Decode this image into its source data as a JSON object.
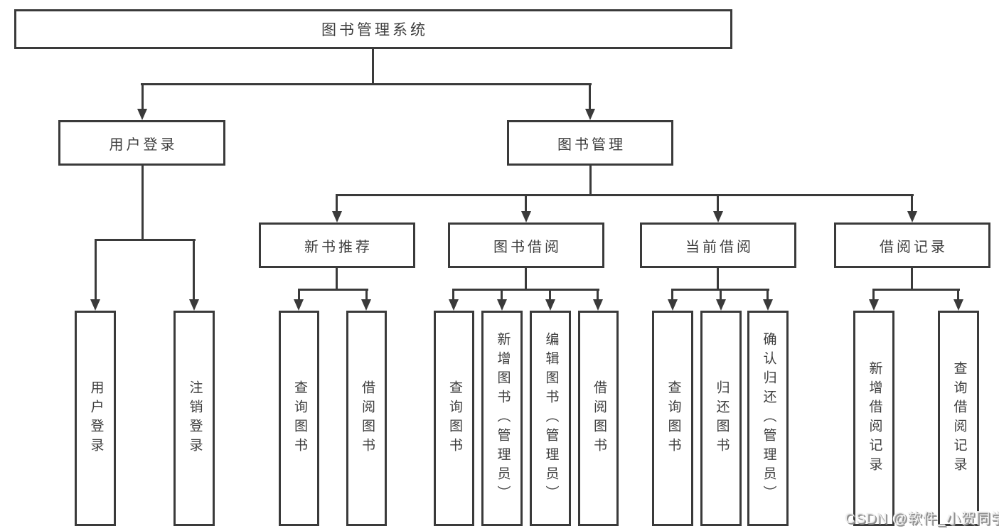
{
  "nodes": {
    "root": "图书管理系统",
    "user_login": "用户登录",
    "book_management": "图书管理",
    "new_book_recommend": "新书推荐",
    "book_borrow": "图书借阅",
    "current_borrow": "当前借阅",
    "borrow_records": "借阅记录"
  },
  "leaves": {
    "user_login": [
      "用户登录",
      "注销登录"
    ],
    "new_book_recommend": [
      "查询图书",
      "借阅图书"
    ],
    "book_borrow": [
      "查询图书",
      "新增图书（管理员）",
      "编辑图书（管理员）",
      "借阅图书"
    ],
    "current_borrow": [
      "查询图书",
      "归还图书",
      "确认归还（管理员）"
    ],
    "borrow_records": [
      "新增借阅记录",
      "查询借阅记录"
    ]
  },
  "watermark": "CSDN @软件_小贺同学",
  "colors": {
    "line": "#3a3a3a",
    "text": "#3d3d3d",
    "background": "#ffffff",
    "watermark": "#9e9e9e"
  }
}
